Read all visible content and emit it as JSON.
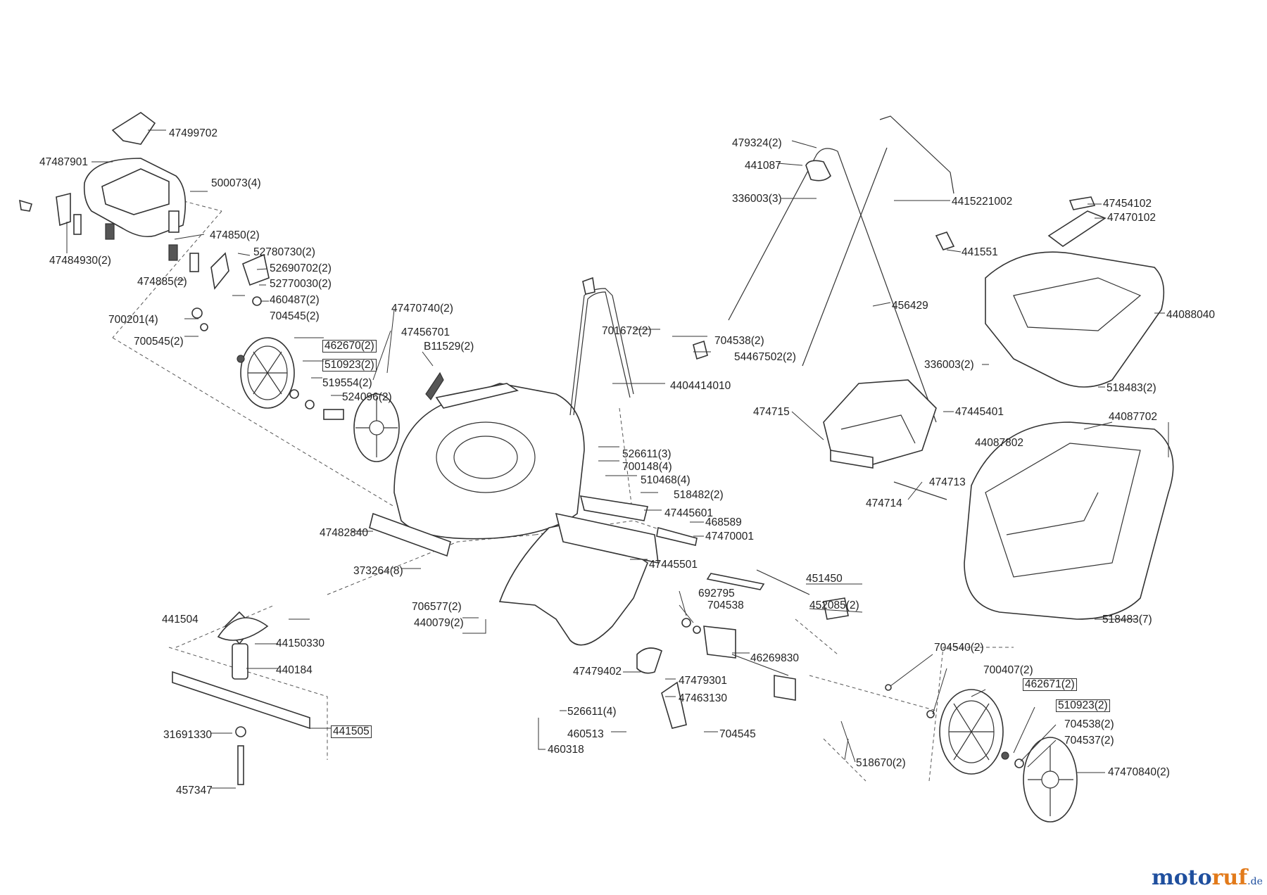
{
  "labels": {
    "l47499702": "47499702",
    "l47487901": "47487901",
    "l500073": "500073(4)",
    "l47484930": "47484930(2)",
    "l474850": "474850(2)",
    "l474885": "474885(2)",
    "l52780730": "52780730(2)",
    "l52690702": "52690702(2)",
    "l52770030": "52770030(2)",
    "l460487": "460487(2)",
    "l704545a": "704545(2)",
    "l700201": "700201(4)",
    "l700545": "700545(2)",
    "l462670": "462670(2)",
    "l510923a": "510923(2)",
    "l519554": "519554(2)",
    "l524096": "524096(2)",
    "l47470740": "47470740(2)",
    "l47456701": "47456701",
    "lB11529": "B11529(2)",
    "l701672": "701672(2)",
    "l704538a": "704538(2)",
    "l54467502": "54467502(2)",
    "l4404414010": "4404414010",
    "l526611a": "526611(3)",
    "l700148": "700148(4)",
    "l510468": "510468(4)",
    "l518482": "518482(2)",
    "l47445601": "47445601",
    "l468589": "468589",
    "l47470001": "47470001",
    "l47482840": "47482840",
    "l47445501": "47445501",
    "l373264": "373264(8)",
    "l706577": "706577(2)",
    "l440079": "440079(2)",
    "l441504": "441504",
    "l44150330": "44150330",
    "l440184": "440184",
    "l31691330": "31691330",
    "l441505": "441505",
    "l457347": "457347",
    "l692795": "692795",
    "l704538b": "704538",
    "l46269830": "46269830",
    "l47479402": "47479402",
    "l47479301": "47479301",
    "l47463130": "47463130",
    "l526611b": "526611(4)",
    "l460513": "460513",
    "l704545b": "704545",
    "l460318": "460318",
    "l479324": "479324(2)",
    "l441087": "441087",
    "l336003a": "336003(3)",
    "l4415221002": "4415221002",
    "l441551": "441551",
    "l456429": "456429",
    "l47454102": "47454102",
    "l47470102": "47470102",
    "l44088040": "44088040",
    "l336003b": "336003(2)",
    "l518483a": "518483(2)",
    "l474715": "474715",
    "l47445401": "47445401",
    "l44087702": "44087702",
    "l44087802": "44087802",
    "l474713": "474713",
    "l474714": "474714",
    "l451450": "451450",
    "l452085": "452085(2)",
    "l518483b": "518483(7)",
    "l704540": "704540(2)",
    "l700407": "700407(2)",
    "l462671": "462671(2)",
    "l510923b": "510923(2)",
    "l704538c": "704538(2)",
    "l704537": "704537(2)",
    "l47470840": "47470840(2)",
    "l518670": "518670(2)"
  },
  "logo": {
    "part1": "moto",
    "part2": "ruf",
    "part3": ".de"
  }
}
